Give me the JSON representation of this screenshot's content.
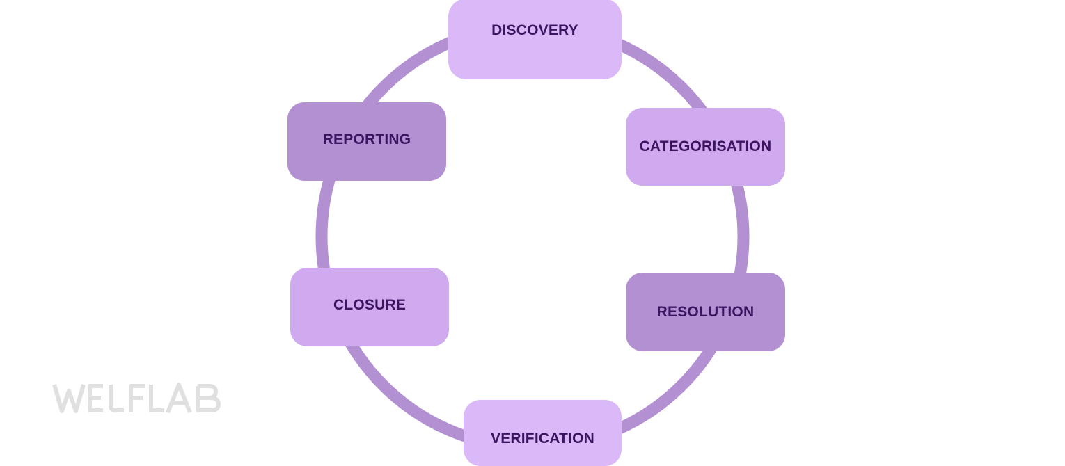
{
  "diagram": {
    "ring_color": "#b290d2",
    "text_color": "#3a1460",
    "stages": [
      {
        "label": "DISCOVERY",
        "color": "#dbb8f8"
      },
      {
        "label": "CATEGORISATION",
        "color": "#cfaaee"
      },
      {
        "label": "RESOLUTION",
        "color": "#b290d2"
      },
      {
        "label": "VERIFICATION",
        "color": "#dbb8f8"
      },
      {
        "label": "CLOSURE",
        "color": "#cfaaee"
      },
      {
        "label": "REPORTING",
        "color": "#b290d2"
      }
    ]
  },
  "logo": {
    "text": "WELFLAB",
    "color": "#e0e0e0"
  }
}
